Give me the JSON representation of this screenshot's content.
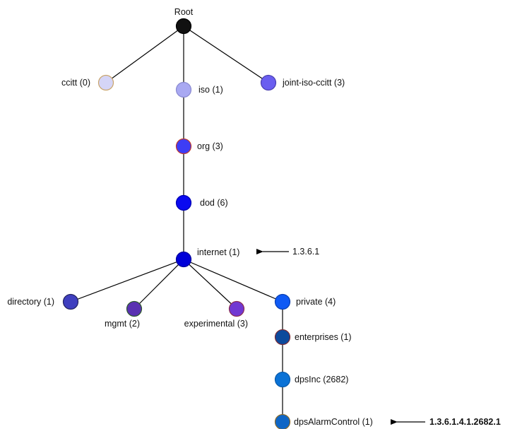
{
  "nodes": [
    {
      "id": "root",
      "label": "Root",
      "color": "#111111",
      "stroke": "#000000"
    },
    {
      "id": "ccitt",
      "label": "ccitt (0)",
      "color": "#d5d5f7",
      "stroke": "#c9a46a"
    },
    {
      "id": "iso",
      "label": "iso (1)",
      "color": "#a9a9f2",
      "stroke": "#8a8ad0"
    },
    {
      "id": "joint",
      "label": "joint-iso-ccitt (3)",
      "color": "#6a5ef0",
      "stroke": "#4a3fb0"
    },
    {
      "id": "org",
      "label": "org (3)",
      "color": "#3d3df5",
      "stroke": "#c0392b"
    },
    {
      "id": "dod",
      "label": "dod (6)",
      "color": "#0a0af0",
      "stroke": "#0000b0"
    },
    {
      "id": "internet",
      "label": "internet (1)",
      "color": "#0000d8",
      "stroke": "#00009a"
    },
    {
      "id": "directory",
      "label": "directory (1)",
      "color": "#3f3fbf",
      "stroke": "#24245f"
    },
    {
      "id": "mgmt",
      "label": "mgmt (2)",
      "color": "#5a32b2",
      "stroke": "#2e5a2e"
    },
    {
      "id": "experimental",
      "label": "experimental (3)",
      "color": "#7138d2",
      "stroke": "#8b2b52"
    },
    {
      "id": "private",
      "label": "private (4)",
      "color": "#0f5af5",
      "stroke": "#0a3fb0"
    },
    {
      "id": "enterprises",
      "label": "enterprises (1)",
      "color": "#0d4a9c",
      "stroke": "#7a2b35"
    },
    {
      "id": "dpsinc",
      "label": "dpsInc (2682)",
      "color": "#0a72d6",
      "stroke": "#0a5aa8"
    },
    {
      "id": "dpsalarm",
      "label": "dpsAlarmControl (1)",
      "color": "#0f66c6",
      "stroke": "#8a6a2b"
    }
  ],
  "edges": [
    [
      "root",
      "ccitt"
    ],
    [
      "root",
      "iso"
    ],
    [
      "root",
      "joint"
    ],
    [
      "iso",
      "org"
    ],
    [
      "org",
      "dod"
    ],
    [
      "dod",
      "internet"
    ],
    [
      "internet",
      "directory"
    ],
    [
      "internet",
      "mgmt"
    ],
    [
      "internet",
      "experimental"
    ],
    [
      "internet",
      "private"
    ],
    [
      "private",
      "enterprises"
    ],
    [
      "enterprises",
      "dpsinc"
    ],
    [
      "dpsinc",
      "dpsalarm"
    ]
  ],
  "annotations": [
    {
      "id": "oid-internet",
      "target": "internet",
      "text": "1.3.6.1",
      "bold": false
    },
    {
      "id": "oid-dpsalarm",
      "target": "dpsalarm",
      "text": "1.3.6.1.4.1.2682.1",
      "bold": true
    }
  ]
}
